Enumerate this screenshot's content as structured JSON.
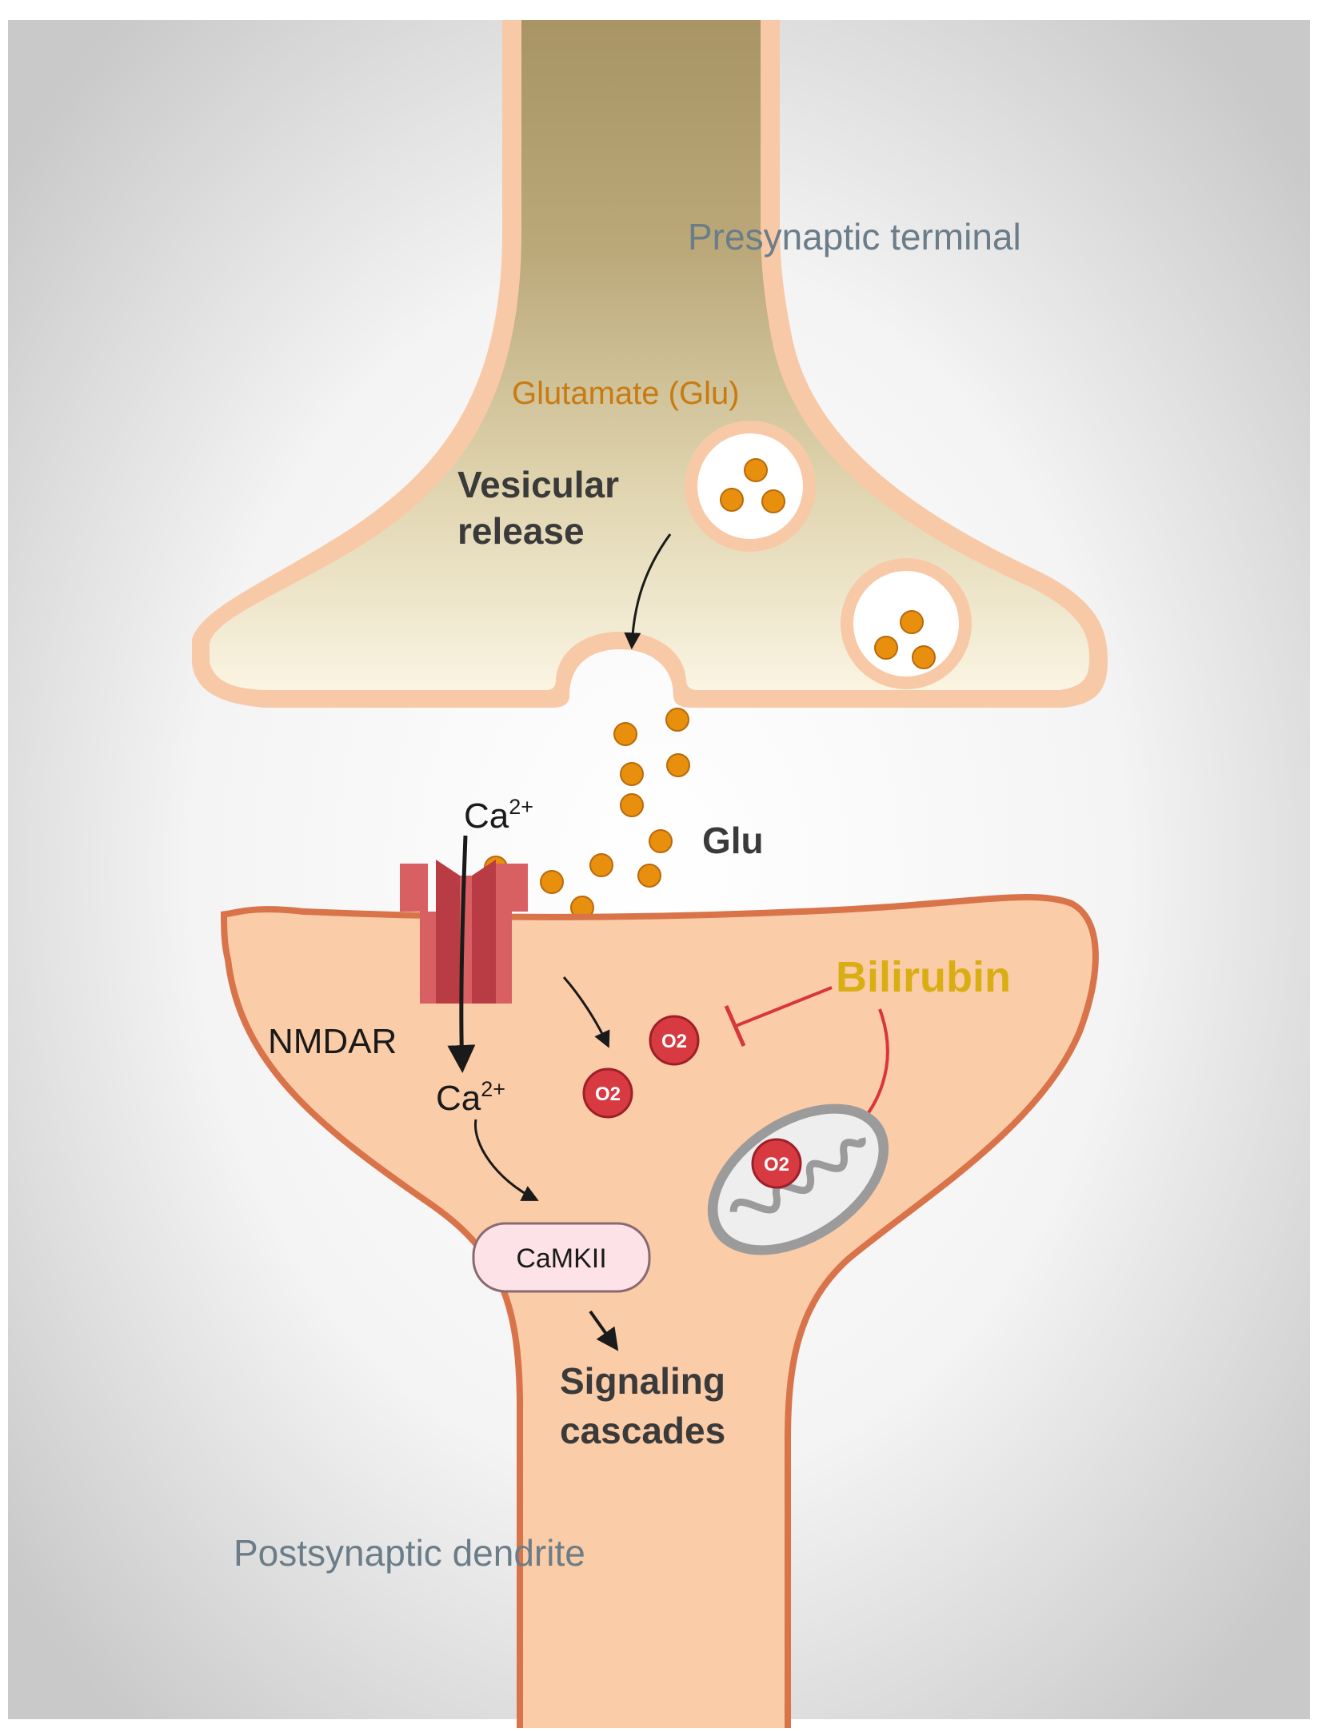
{
  "labels": {
    "presynaptic": "Presynaptic terminal",
    "glutamate": "Glutamate (Glu)",
    "vesicular_line1": "Vesicular",
    "vesicular_line2": "release",
    "ca_top": "Ca",
    "ca_charge": "2+",
    "glu": "Glu",
    "bilirubin": "Bilirubin",
    "nmdar": "NMDAR",
    "ca_bottom": "Ca",
    "camkii": "CaMKII",
    "signaling_line1": "Signaling",
    "signaling_line2": "cascades",
    "postsynaptic": "Postsynaptic dendrite",
    "superoxide": "O2"
  },
  "colors": {
    "background": "#cfcfcf",
    "presynaptic_fill_top": "#ad9a68",
    "presynaptic_fill_bottom": "#f6efd8",
    "membrane": "#f8c9a6",
    "postsynaptic_fill": "#fbcca8",
    "postsynaptic_membrane": "#d9734a",
    "glutamate": "#e88f0e",
    "receptor": "#d85f62",
    "superoxide": "#d83a42",
    "inhibition": "#d9363c",
    "bilirubin": "#d9ae12",
    "region_label": "#6b7d88"
  }
}
